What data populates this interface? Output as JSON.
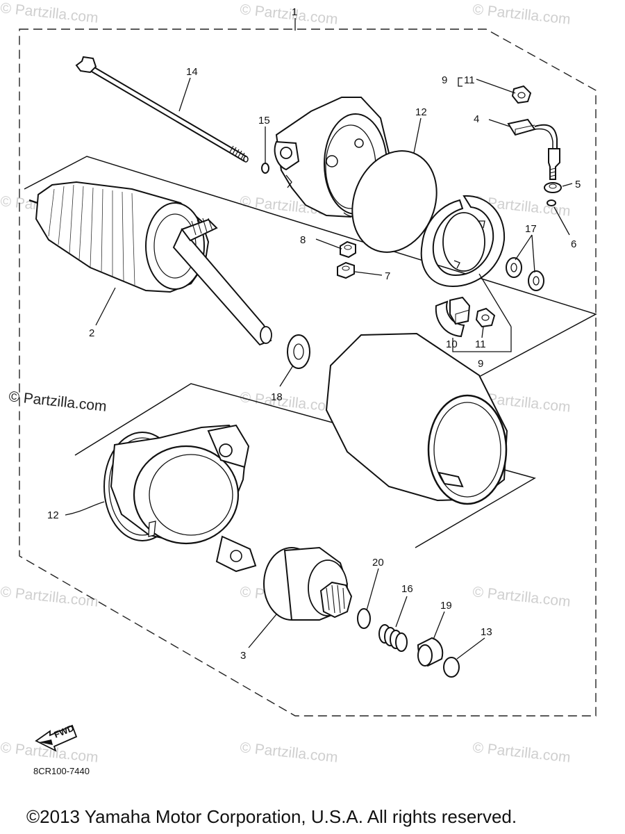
{
  "figure_code": "8CR100-7440",
  "copyright": "©2013 Yamaha Motor Corporation, U.S.A. All rights reserved.",
  "fwd_label": "FWD",
  "watermark_text": "© Partzilla.com",
  "watermark_prominent": "© Partzilla.com",
  "callouts": {
    "c1": "1",
    "c2": "2",
    "c3": "3",
    "c4": "4",
    "c5": "5",
    "c6": "6",
    "c7": "7",
    "c8": "8",
    "c9_top": "9",
    "c11_top": "11",
    "c9_bottom": "9",
    "c10": "10",
    "c11_bottom": "11",
    "c12_top": "12",
    "c12_bottom": "12",
    "c13": "13",
    "c14": "14",
    "c15": "15",
    "c16": "16",
    "c17": "17",
    "c18": "18",
    "c19": "19",
    "c20": "20"
  }
}
